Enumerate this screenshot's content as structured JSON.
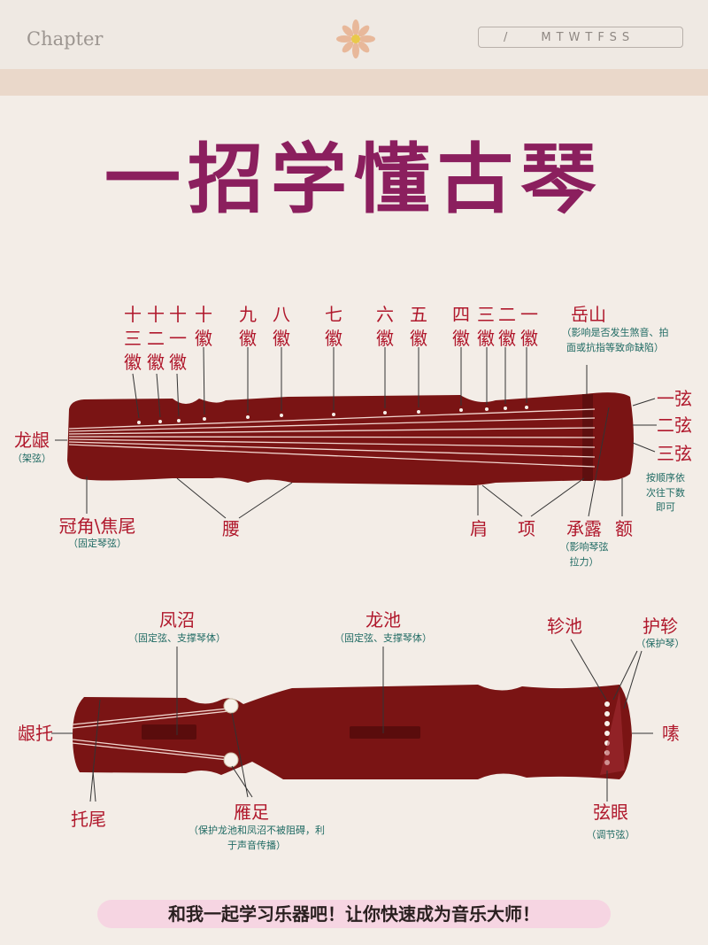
{
  "header": {
    "chapter": "Chapter",
    "slash": "/",
    "weekdays": "MTWTFSS"
  },
  "title": "一招学懂古琴",
  "top_diagram": {
    "hui": [
      "十三徽",
      "十二徽",
      "十一徽",
      "十徽",
      "九徽",
      "八徽",
      "七徽",
      "六徽",
      "五徽",
      "四徽",
      "三徽",
      "二徽",
      "一徽"
    ],
    "yueshan": "岳山",
    "yueshan_note": "（影响是否发生煞音、拍面或抗指等致命缺陷）",
    "string1": "一弦",
    "string2": "二弦",
    "string3": "三弦",
    "string_note": "按顺序依次往下数即可",
    "longyin": "龙龈",
    "longyin_note": "（架弦）",
    "guanjiao": "冠角\\焦尾",
    "guanjiao_note": "（固定琴弦）",
    "yao": "腰",
    "jian": "肩",
    "xiang": "项",
    "chenglu": "承露",
    "chenglu_note": "（影响琴弦拉力）",
    "e": "额"
  },
  "bottom_diagram": {
    "fengzhao": "凤沼",
    "fengzhao_note": "（固定弦、支撑琴体）",
    "longchi": "龙池",
    "longchi_note": "（固定弦、支撑琴体）",
    "zhenchi": "轸池",
    "huzhen": "护轸",
    "huzhen_note": "（保护琴）",
    "yintuo": "龈托",
    "su": "嗉",
    "tuowei": "托尾",
    "yanzu": "雁足",
    "yanzu_note": "（保护龙池和凤沼不被阻碍，利于声音传播）",
    "xianyan": "弦眼",
    "xianyan_note": "（调节弦）"
  },
  "footer": "和我一起学习乐器吧！让你快速成为音乐大师！",
  "colors": {
    "title": "#8b1f5e",
    "label": "#b0182c",
    "note": "#1f6a63",
    "wood": "#7a1414"
  }
}
